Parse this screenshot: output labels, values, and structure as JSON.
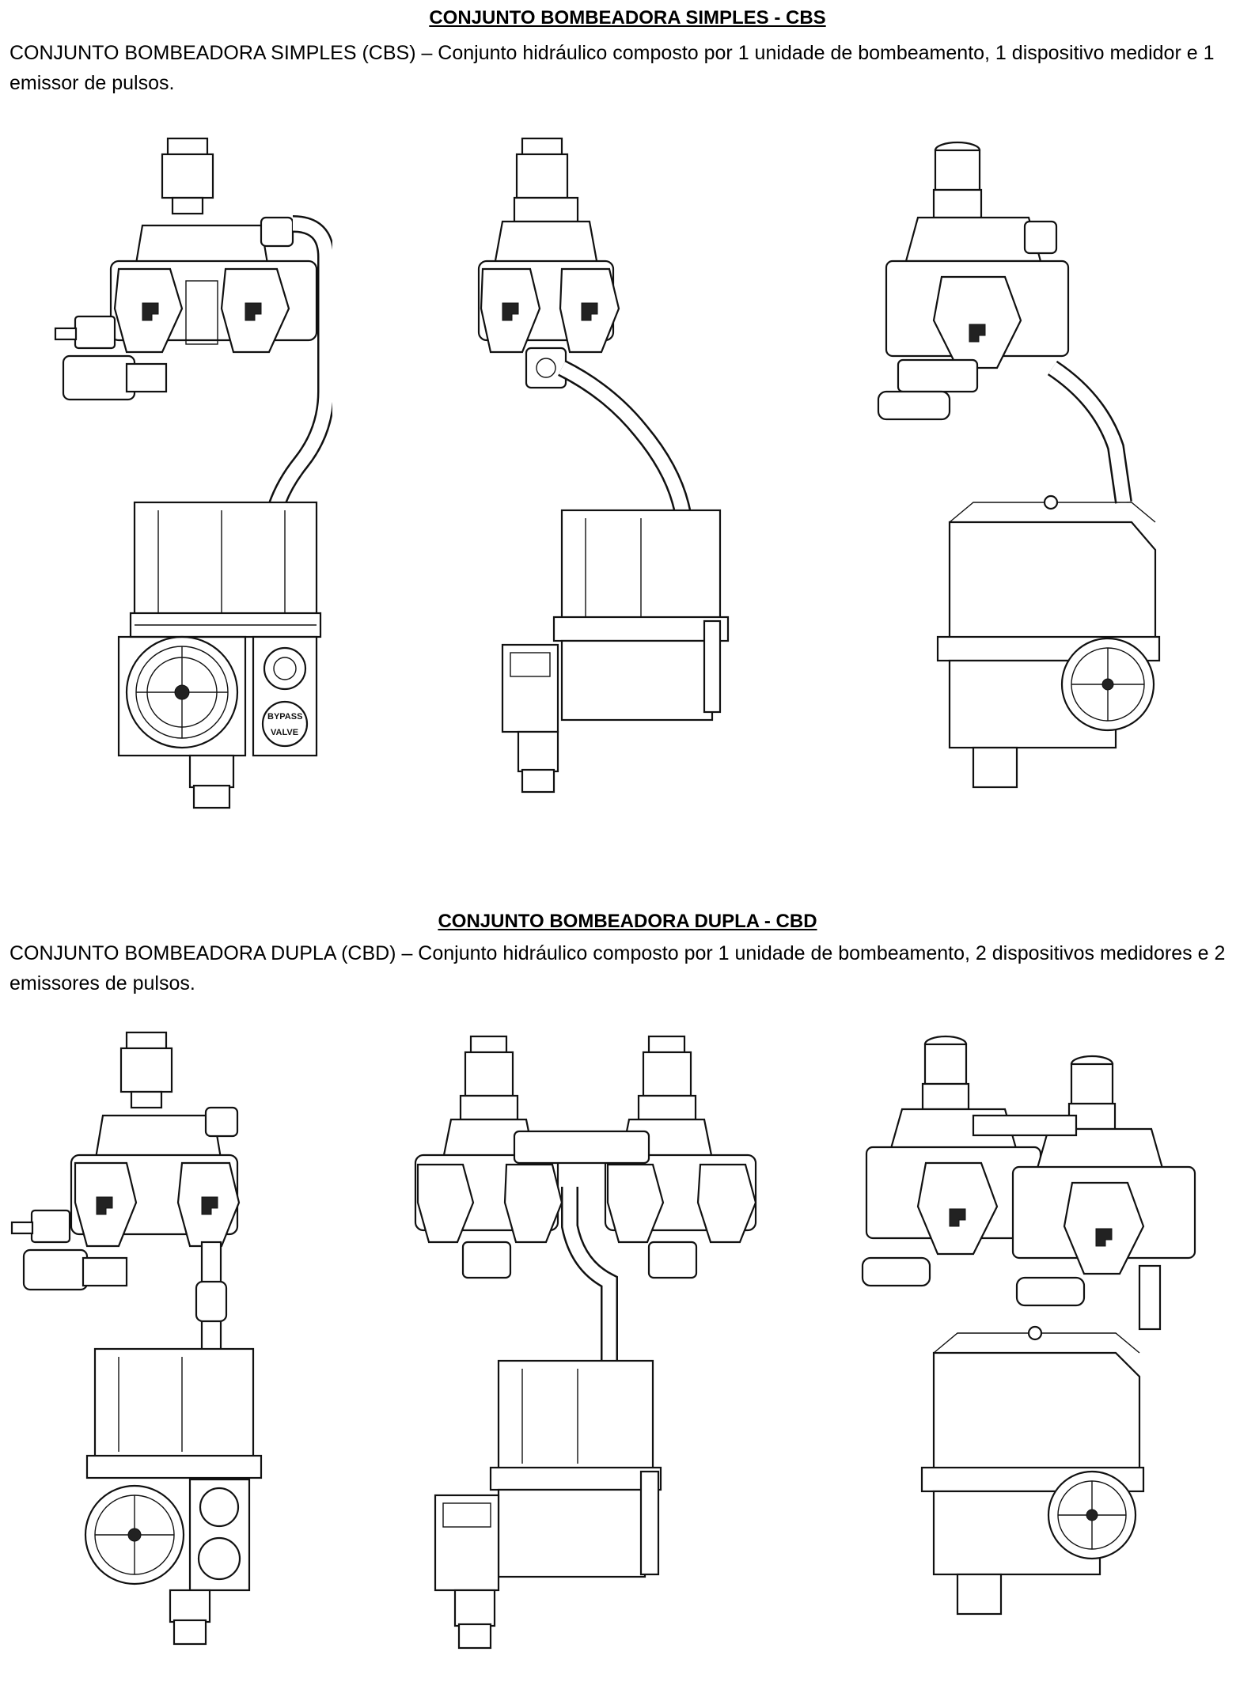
{
  "section_cbs": {
    "title": "CONJUNTO BOMBEADORA SIMPLES - CBS",
    "description": "CONJUNTO BOMBEADORA SIMPLES (CBS) – Conjunto hidráulico composto por 1 unidade de bombeamento, 1 dispositivo medidor e 1 emissor de pulsos."
  },
  "section_cbd": {
    "title": "CONJUNTO BOMBEADORA DUPLA - CBD",
    "description": "CONJUNTO BOMBEADORA DUPLA (CBD) – Conjunto hidráulico composto por 1 unidade de bombeamento, 2 dispositivos medidores e 2 emissores de pulsos."
  },
  "figure_labels": {
    "bypass": "BYPASS",
    "valve": "VALVE"
  }
}
